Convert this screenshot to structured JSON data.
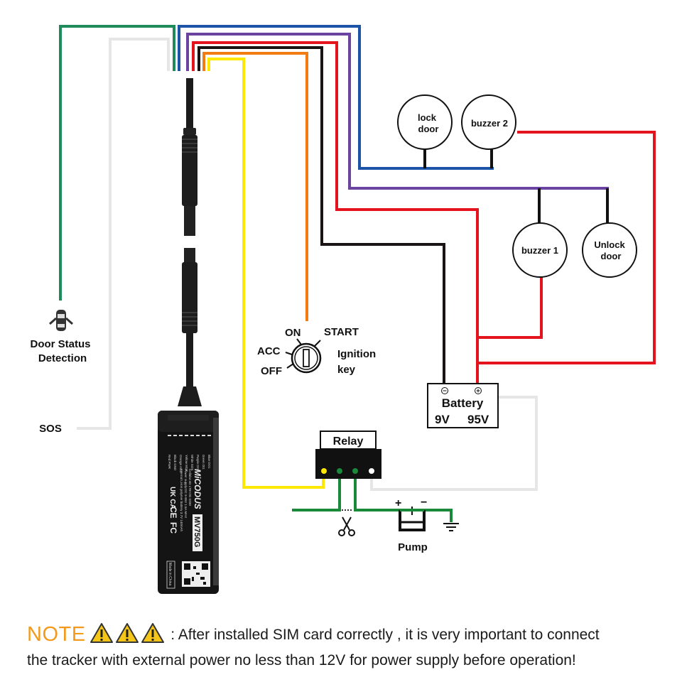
{
  "colors": {
    "green": "#1f8a5a",
    "white_wire": "#e6e6e6",
    "blue": "#1c55a8",
    "purple": "#6a44a0",
    "red": "#e3141d",
    "black": "#1a1313",
    "orange": "#f07c12",
    "yellow": "#ffe800",
    "relay_green": "#1a8a3a",
    "note_orange": "#f39a1d",
    "warning_yellow": "#f5c518"
  },
  "labels": {
    "door_status_line1": "Door Status",
    "door_status_line2": "Detection",
    "sos": "SOS",
    "lock_door_line1": "lock",
    "lock_door_line2": "door",
    "buzzer2": "buzzer 2",
    "buzzer1": "buzzer 1",
    "unlock_door_line1": "Unlock",
    "unlock_door_line2": "door",
    "ignition_on": "ON",
    "ignition_start": "START",
    "ignition_acc": "ACC",
    "ignition_off": "OFF",
    "ignition_key_line1": "Ignition",
    "ignition_key_line2": "key",
    "battery_title": "Battery",
    "battery_left_voltage": "9V",
    "battery_right_voltage": "95V",
    "battery_minus": "−",
    "battery_plus": "+",
    "relay": "Relay",
    "pump": "Pump",
    "pump_plus": "+",
    "pump_minus": "−"
  },
  "device": {
    "brand": "MiCODUS",
    "model": "MV750G",
    "spec_line1": "Cellular:4G LTE+2G GSM",
    "spec_line2": "Power supply:DC 9-95V   1.5A MAX",
    "spec_line3": "Internal Li-ion polymer battery 3.7V 140mAh",
    "made_in": "Made in China",
    "cert_marks": [
      "UK CA",
      "CE",
      "FC"
    ],
    "wire_legend": [
      "Red PWR",
      "Black GND",
      "Orange ACC",
      "Yellow MOT",
      "White SOS",
      "Purple DO2",
      "Green DI1",
      "Blue DO1"
    ]
  },
  "note": {
    "word": "NOTE",
    "warning_icon_count": 3,
    "text_line1": ": After installed SIM card correctly , it is very important to connect",
    "text_line2": "the tracker with external power no less than 12V for power supply before operation!"
  }
}
